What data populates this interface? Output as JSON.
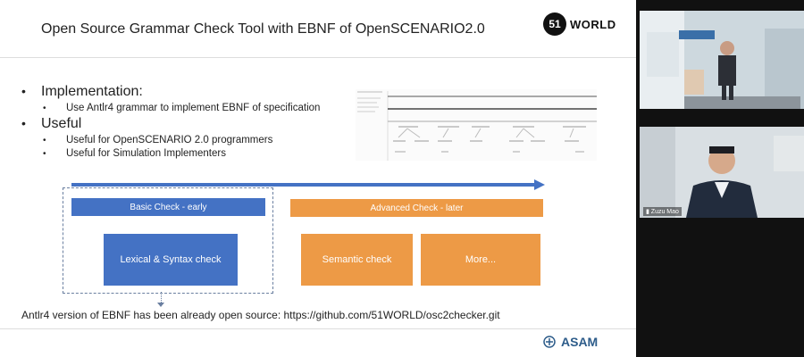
{
  "slide": {
    "title": "Open Source Grammar Check Tool with EBNF of OpenSCENARIO2.0",
    "logo": {
      "number": "51",
      "text": "WORLD"
    },
    "bullets": [
      {
        "label": "Implementation:",
        "subitems": [
          "Use Antlr4 grammar to implement EBNF of specification"
        ]
      },
      {
        "label": "Useful",
        "subitems": [
          "Useful for OpenSCENARIO 2.0 programmers",
          "Useful for Simulation Implementers"
        ]
      }
    ],
    "diagram": {
      "basic_bar": "Basic Check - early",
      "advanced_bar": "Advanced Check - later",
      "lexical_box": "Lexical & Syntax check",
      "semantic_box": "Semantic check",
      "more_box": "More..."
    },
    "footnote": "Antlr4 version of EBNF has been already open source: https://github.com/51WORLD/osc2checker.git",
    "footer_logo": "ASAM"
  },
  "video": {
    "participant2_name": "Zuzu Mao"
  },
  "colors": {
    "blue": "#4472c4",
    "orange": "#ed9a46",
    "asam": "#2d5c8a"
  }
}
